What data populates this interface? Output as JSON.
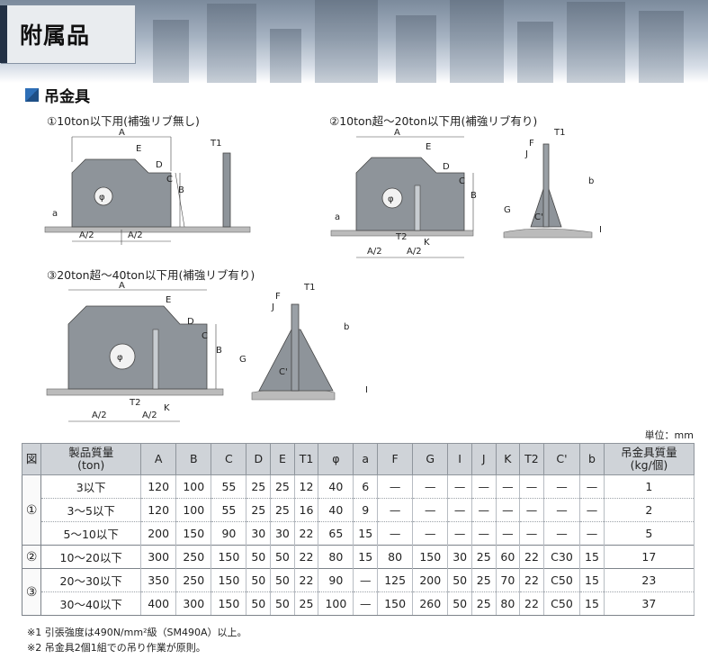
{
  "header": {
    "title": "附属品"
  },
  "section": {
    "title": "吊金具"
  },
  "captions": {
    "fig1": "①10ton以下用(補強リブ無し)",
    "fig2": "②10ton超～20ton以下用(補強リブ有り)",
    "fig3": "③20ton超～40ton以下用(補強リブ有り)"
  },
  "labels": {
    "A": "A",
    "B": "B",
    "C": "C",
    "D": "D",
    "E": "E",
    "F": "F",
    "G": "G",
    "I": "I",
    "J": "J",
    "K": "K",
    "T1": "T1",
    "T2": "T2",
    "Cp": "C'",
    "a": "a",
    "b": "b",
    "phi": "φ",
    "halfA": "A/2"
  },
  "unit_note": "単位：mm",
  "table": {
    "headers": [
      "図",
      "製品質量\n(ton)",
      "A",
      "B",
      "C",
      "D",
      "E",
      "T1",
      "φ",
      "a",
      "F",
      "G",
      "I",
      "J",
      "K",
      "T2",
      "C'",
      "b",
      "吊金具質量\n(kg/個)"
    ],
    "groups": [
      {
        "fig": "①",
        "rows": [
          [
            "3以下",
            "120",
            "100",
            "55",
            "25",
            "25",
            "12",
            "40",
            "6",
            "—",
            "—",
            "—",
            "—",
            "—",
            "—",
            "—",
            "—",
            "1"
          ],
          [
            "3～5以下",
            "120",
            "100",
            "55",
            "25",
            "25",
            "16",
            "40",
            "9",
            "—",
            "—",
            "—",
            "—",
            "—",
            "—",
            "—",
            "—",
            "2"
          ],
          [
            "5～10以下",
            "200",
            "150",
            "90",
            "30",
            "30",
            "22",
            "65",
            "15",
            "—",
            "—",
            "—",
            "—",
            "—",
            "—",
            "—",
            "—",
            "5"
          ]
        ]
      },
      {
        "fig": "②",
        "rows": [
          [
            "10～20以下",
            "300",
            "250",
            "150",
            "50",
            "50",
            "22",
            "80",
            "15",
            "80",
            "150",
            "30",
            "25",
            "60",
            "22",
            "C30",
            "15",
            "17"
          ]
        ]
      },
      {
        "fig": "③",
        "rows": [
          [
            "20～30以下",
            "350",
            "250",
            "150",
            "50",
            "50",
            "22",
            "90",
            "—",
            "125",
            "200",
            "50",
            "25",
            "70",
            "22",
            "C50",
            "15",
            "23"
          ],
          [
            "30～40以下",
            "400",
            "300",
            "150",
            "50",
            "50",
            "25",
            "100",
            "—",
            "150",
            "260",
            "50",
            "25",
            "80",
            "22",
            "C50",
            "15",
            "37"
          ]
        ]
      }
    ]
  },
  "notes": [
    "※1 引張強度は490N/mm²級（SM490A）以上。",
    "※2 吊金具2個1組での吊り作業が原則。"
  ]
}
